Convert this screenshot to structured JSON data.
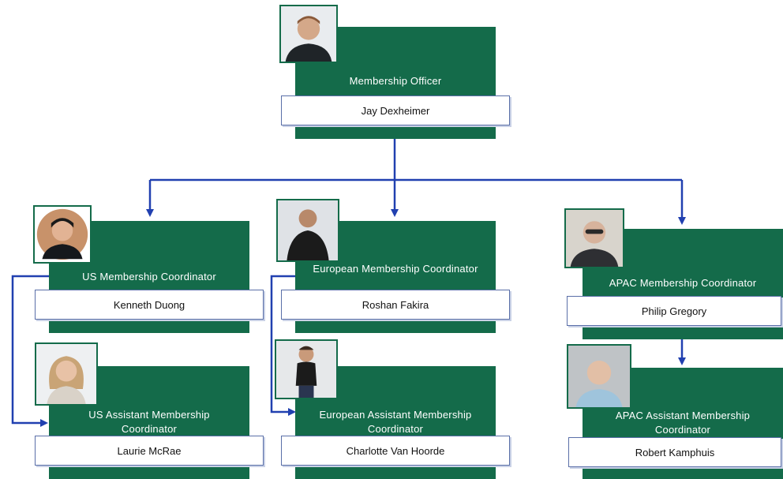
{
  "chart": {
    "nodes": [
      {
        "id": "officer",
        "role": "Membership Officer",
        "name": "Jay Dexheimer",
        "photo": "person-photo-icon"
      },
      {
        "id": "us",
        "role": "US Membership Coordinator",
        "name": "Kenneth Duong",
        "photo": "person-photo-icon"
      },
      {
        "id": "eu",
        "role": "European Membership Coordinator",
        "name": "Roshan Fakira",
        "photo": "person-photo-icon"
      },
      {
        "id": "apac",
        "role": "APAC Membership Coordinator",
        "name": "Philip Gregory",
        "photo": "person-photo-icon"
      },
      {
        "id": "us_asst",
        "role": "US Assistant Membership Coordinator",
        "name": "Laurie McRae",
        "photo": "person-photo-icon"
      },
      {
        "id": "eu_asst",
        "role": "European Assistant Membership Coordinator",
        "name": "Charlotte Van Hoorde",
        "photo": "person-photo-icon"
      },
      {
        "id": "apac_asst",
        "role": "APAC Assistant Membership Coordinator",
        "name": "Robert Kamphuis",
        "photo": "person-photo-icon"
      }
    ],
    "colors": {
      "box_fill": "#146b4a",
      "connector": "#2140b0",
      "name_border": "#5a6fa8"
    }
  }
}
